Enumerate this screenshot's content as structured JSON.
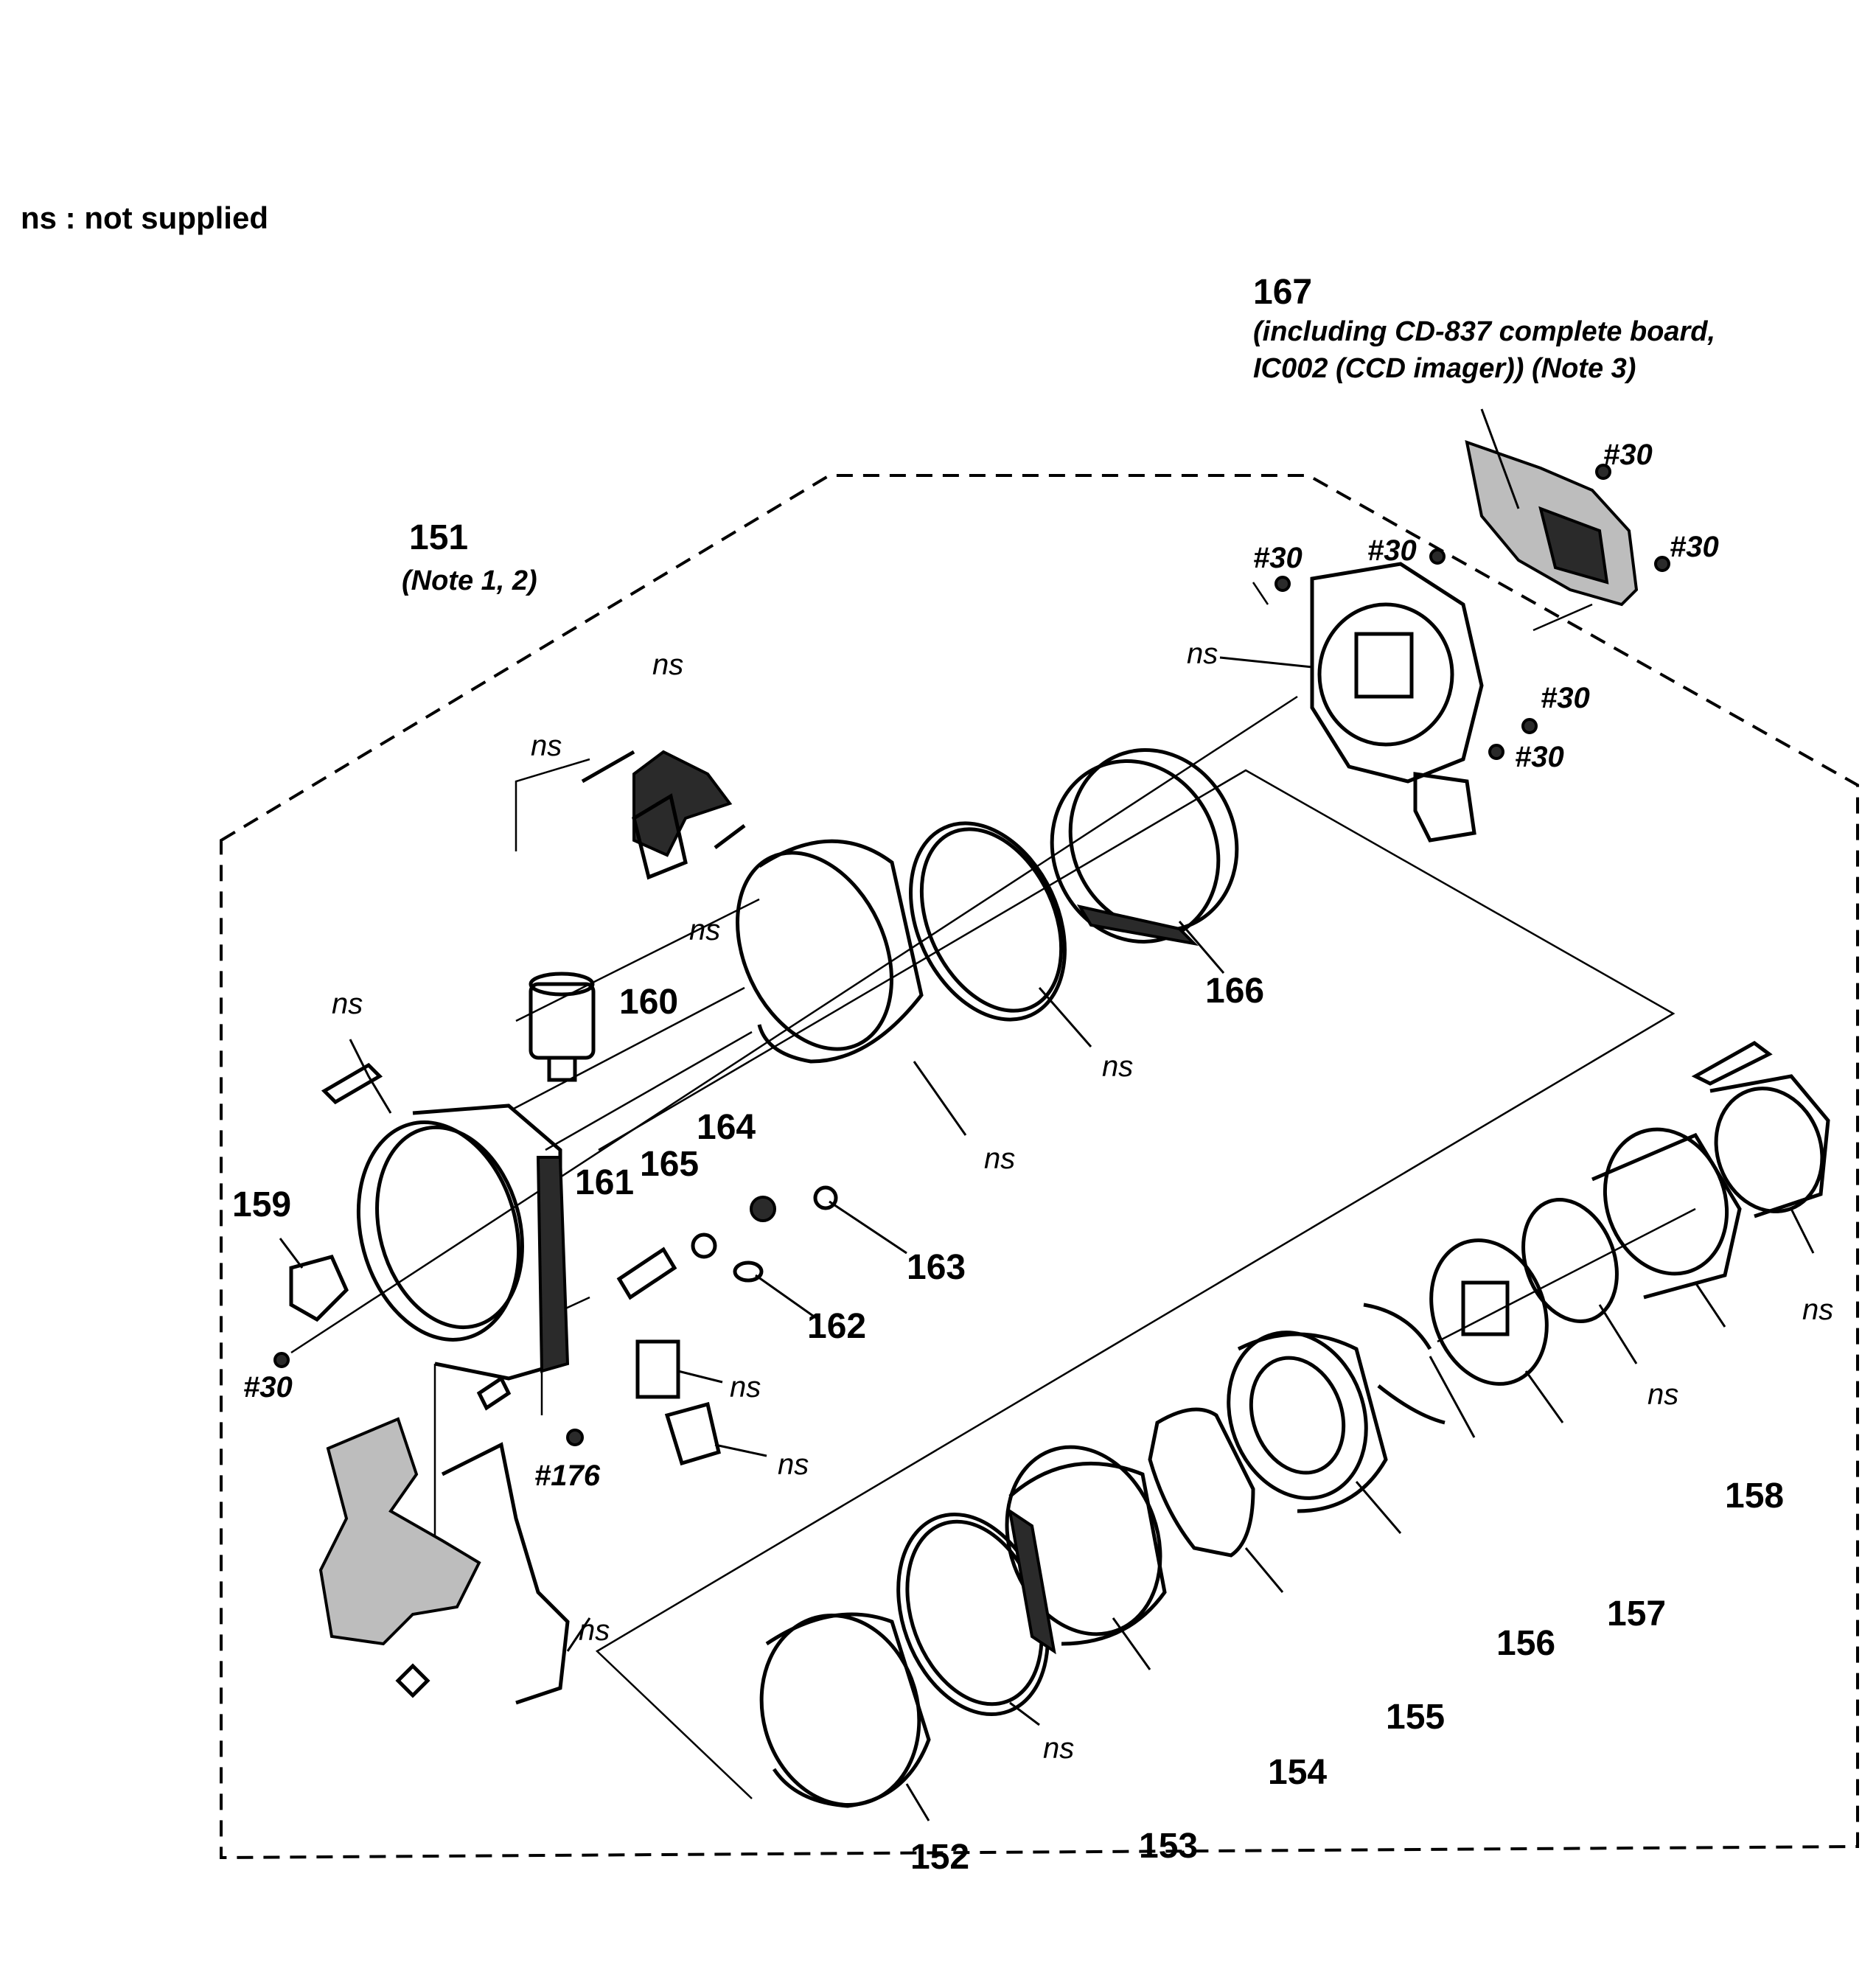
{
  "legend": "ns : not supplied",
  "labels": {
    "p151": "151",
    "p151_note": "(Note 1, 2)",
    "p152": "152",
    "p153": "153",
    "p154": "154",
    "p155": "155",
    "p156": "156",
    "p157": "157",
    "p158": "158",
    "p159": "159",
    "p160": "160",
    "p161": "161",
    "p162": "162",
    "p163": "163",
    "p164": "164",
    "p165": "165",
    "p166": "166",
    "p167": "167",
    "p167_note1": "(including CD-837 complete board,",
    "p167_note2": "IC002 (CCD imager)) (Note 3)",
    "screw30": "#30",
    "screw176": "#176",
    "ns": "ns"
  }
}
